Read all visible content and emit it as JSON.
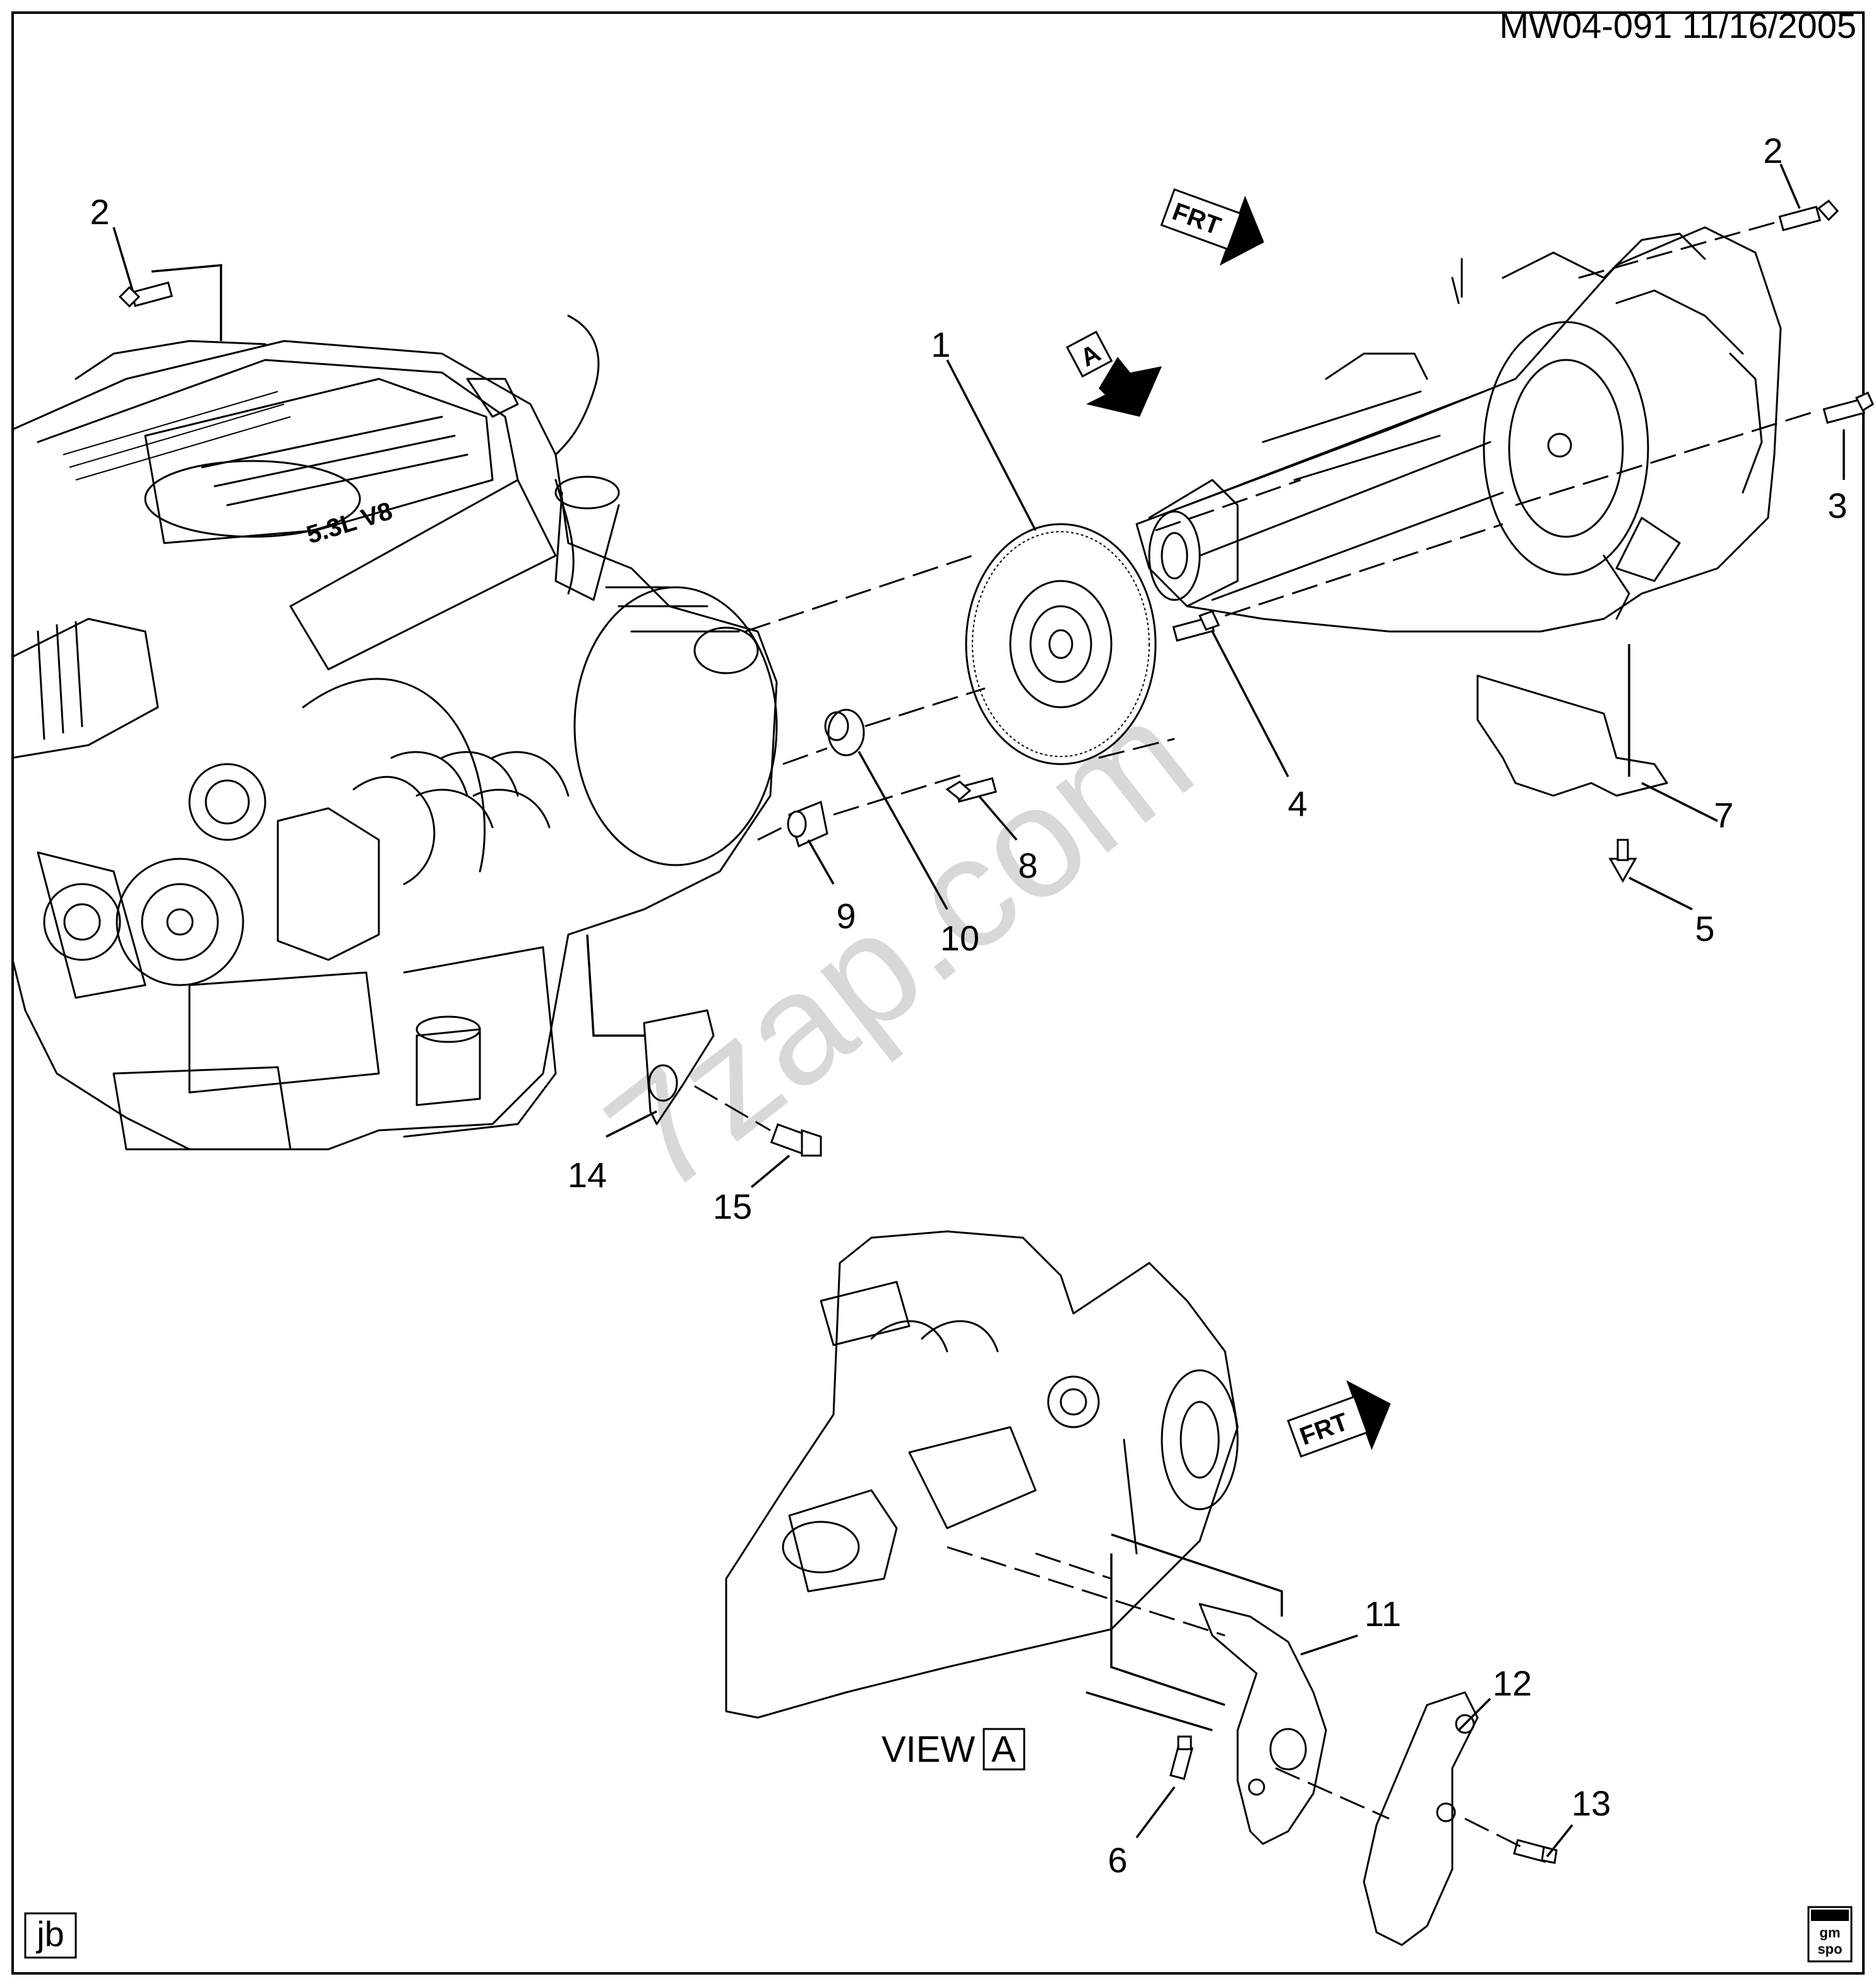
{
  "header": {
    "drawing_code": "MW04-091  11/16/2005"
  },
  "watermark": "7zap.com",
  "callouts": [
    "1",
    "2",
    "2",
    "3",
    "4",
    "5",
    "6",
    "7",
    "8",
    "9",
    "10",
    "11",
    "12",
    "13",
    "14",
    "15"
  ],
  "view_label": "VIEW",
  "view_letter": "A",
  "front_arrow_text": "FRT",
  "engine_cover": {
    "displacement": "5.3L V8"
  },
  "corner_tag": "jb",
  "logo": "gm spo"
}
